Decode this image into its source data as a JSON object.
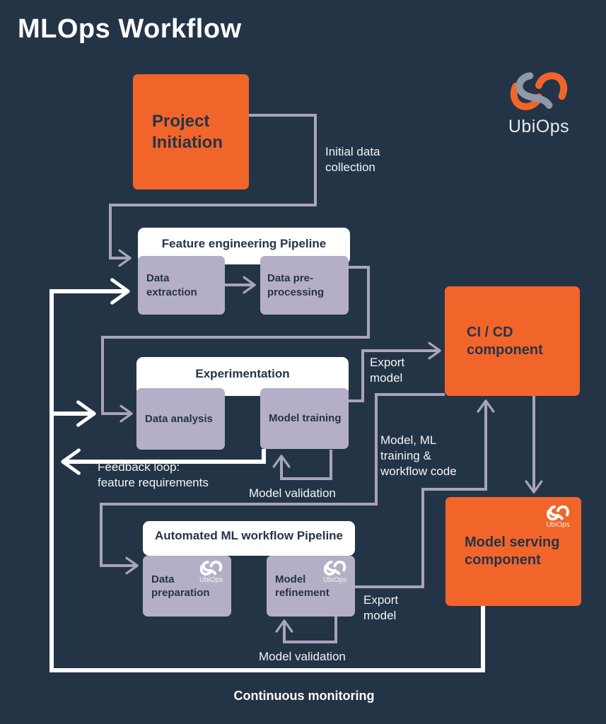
{
  "title": "MLOps Workflow",
  "brand": {
    "name": "UbiOps"
  },
  "colors": {
    "background": "#243447",
    "accent_orange": "#f2652a",
    "step_lavender": "#b4afc6",
    "line_lavender": "#a9a3bd",
    "line_white": "#ffffff",
    "dark_text": "#253449",
    "logo_gray": "#8e99a9"
  },
  "nodes": {
    "project_initiation": {
      "label": "Project Initiation"
    },
    "feature_pipeline": {
      "title": "Feature engineering Pipeline",
      "steps": {
        "data_extraction": "Data extraction",
        "data_preprocessing": "Data pre-processing"
      }
    },
    "experimentation": {
      "title": "Experimentation",
      "steps": {
        "data_analysis": "Data analysis",
        "model_training": "Model training"
      }
    },
    "automated_pipeline": {
      "title": "Automated ML workflow Pipeline",
      "steps": {
        "data_preparation": "Data preparation",
        "model_refinement": "Model refinement"
      }
    },
    "cicd": {
      "label": "CI / CD component"
    },
    "model_serving": {
      "label": "Model serving component"
    }
  },
  "edge_labels": {
    "initial_data_collection": "Initial data collection",
    "export_model_top": "Export model",
    "model_ml_code": "Model, ML training & workflow code",
    "feedback_loop": "Feedback loop: feature requirements",
    "model_validation_exp": "Model validation",
    "export_model_bottom": "Export model",
    "model_validation_auto": "Model validation",
    "continuous_monitoring": "Continuous monitoring"
  }
}
